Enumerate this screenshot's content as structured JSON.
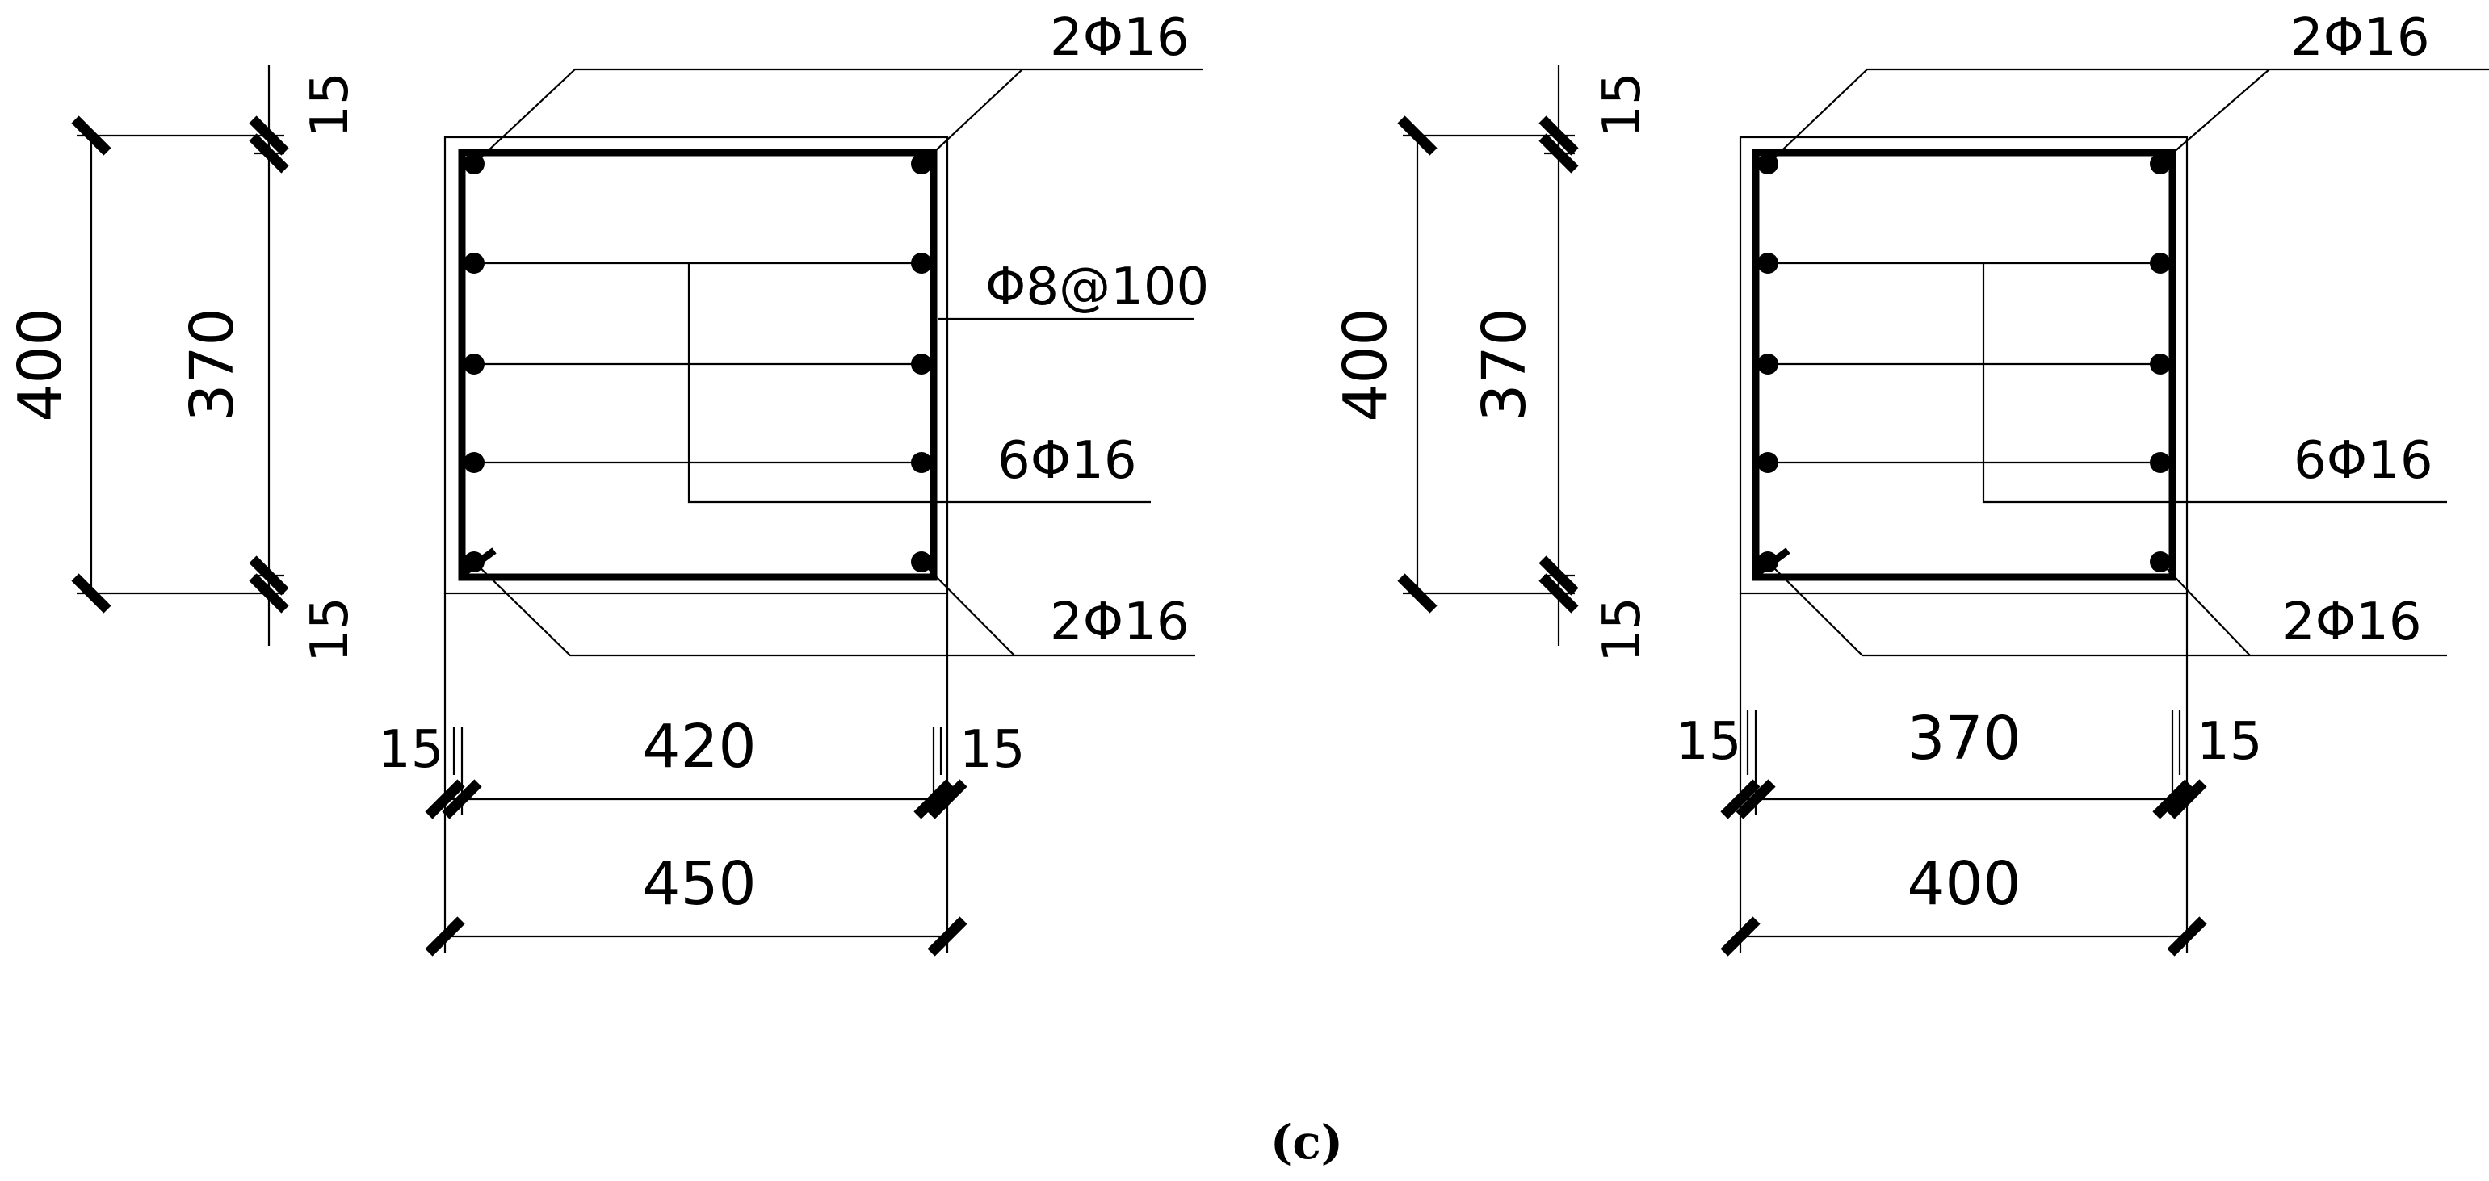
{
  "caption": "(c)",
  "sections": [
    {
      "name": "column-section-450x400",
      "width_mm": 450,
      "height_mm": 400,
      "dims": {
        "height_total": "400",
        "height_inner": "370",
        "cover_top": "15",
        "cover_bottom": "15",
        "width_inner": "420",
        "width_total": "450",
        "cover_left": "15",
        "cover_right": "15"
      },
      "labels": {
        "top_bars": "2Φ16",
        "stirrup": "Φ8@100",
        "side_bars": "6Φ16",
        "bottom_bars": "2Φ16"
      }
    },
    {
      "name": "column-section-400x400",
      "width_mm": 400,
      "height_mm": 400,
      "dims": {
        "height_total": "400",
        "height_inner": "370",
        "cover_top": "15",
        "cover_bottom": "15",
        "width_inner": "370",
        "width_total": "400",
        "cover_left": "15",
        "cover_right": "15"
      },
      "labels": {
        "top_bars": "2Φ16",
        "side_bars": "6Φ16",
        "bottom_bars": "2Φ16"
      }
    }
  ]
}
